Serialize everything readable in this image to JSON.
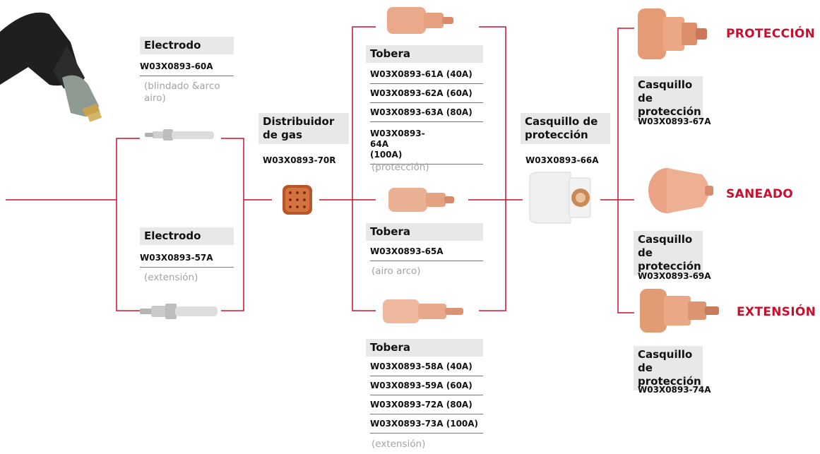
{
  "colors": {
    "connector": "#c8102e",
    "label_bg": "#e8e8e8",
    "note": "#a3a3a3",
    "copper": "#d98a5c"
  },
  "electrode_top": {
    "title": "Electrodo",
    "code": "W03X0893-60A",
    "note": "(blindado &arco airo)"
  },
  "electrode_bottom": {
    "title": "Electrodo",
    "code": "W03X0893-57A",
    "note": "(extensión)"
  },
  "distributor": {
    "title": "Distribuidor de gas",
    "code": "W03X0893-70R"
  },
  "nozzle_top": {
    "title": "Tobera",
    "codes": [
      "W03X0893-61A (40A)",
      "W03X0893-62A (60A)",
      "W03X0893-63A (80A)",
      "W03X0893-64A (100A)"
    ],
    "note": "(protección)"
  },
  "nozzle_mid": {
    "title": "Tobera",
    "code": "W03X0893-65A",
    "note": "(airo arco)"
  },
  "nozzle_bottom": {
    "title": "Tobera",
    "codes": [
      "W03X0893-58A (40A)",
      "W03X0893-59A (60A)",
      "W03X0893-72A (80A)",
      "W03X0893-73A (100A)"
    ],
    "note": "(extensión)"
  },
  "shield_cup": {
    "title": "Casquillo de protección",
    "code": "W03X0893-66A"
  },
  "cap_protection": {
    "label": "PROTECCIÓN",
    "title": "Casquillo de protección",
    "code": "W03X0893-67A"
  },
  "cap_saneado": {
    "label": "SANEADO",
    "title": "Casquillo de protección",
    "code": "W03X0893-69A"
  },
  "cap_extension": {
    "label": "EXTENSIÓN",
    "title": "Casquillo de protección",
    "code": "W03X0893-74A"
  }
}
